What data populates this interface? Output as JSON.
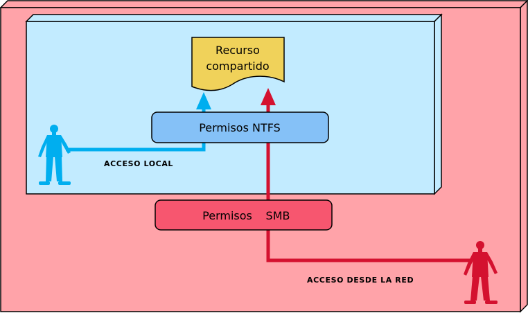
{
  "resource": {
    "line1": "Recurso",
    "line2": "compartido"
  },
  "ntfs": {
    "label": "Permisos NTFS"
  },
  "smb": {
    "label_a": "Permisos",
    "label_b": "SMB"
  },
  "captions": {
    "local": "ACCESO LOCAL",
    "network": "ACCESO DESDE LA RED"
  },
  "colors": {
    "outer_box": "#ffa3a9",
    "inner_box": "#c2ebff",
    "resource_doc": "#f0d25a",
    "ntfs_box": "#85c1f7",
    "smb_box": "#f7566f",
    "local_accent": "#00aeef",
    "network_accent": "#d4112f"
  },
  "icons": {
    "local_user": "person-icon",
    "network_user": "person-icon",
    "resource": "document-icon"
  }
}
